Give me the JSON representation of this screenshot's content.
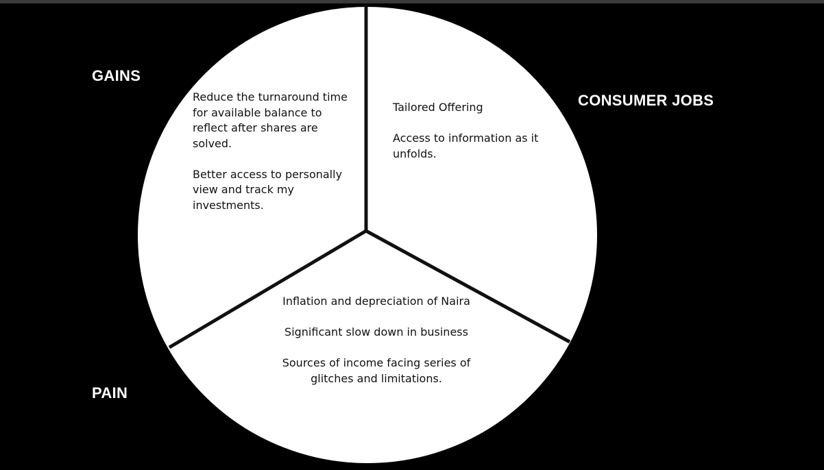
{
  "labels": {
    "gains": "GAINS",
    "consumer_jobs": "CONSUMER JOBS",
    "pain": "PAIN"
  },
  "sectors": {
    "gains": {
      "items": [
        "Reduce the turnaround time for available balance to reflect after shares are solved.",
        "Better access to personally view and track my investments."
      ]
    },
    "consumer_jobs": {
      "items": [
        "Tailored Offering",
        "Access to information as it unfolds."
      ]
    },
    "pain": {
      "items": [
        "Inflation and depreciation of Naira",
        "Significant slow down in business",
        "Sources of income facing series of glitches and limitations."
      ]
    }
  },
  "colors": {
    "background": "#000000",
    "circle_fill": "#ffffff",
    "divider": "#111111",
    "label_text": "#ffffff",
    "body_text": "#111111"
  }
}
